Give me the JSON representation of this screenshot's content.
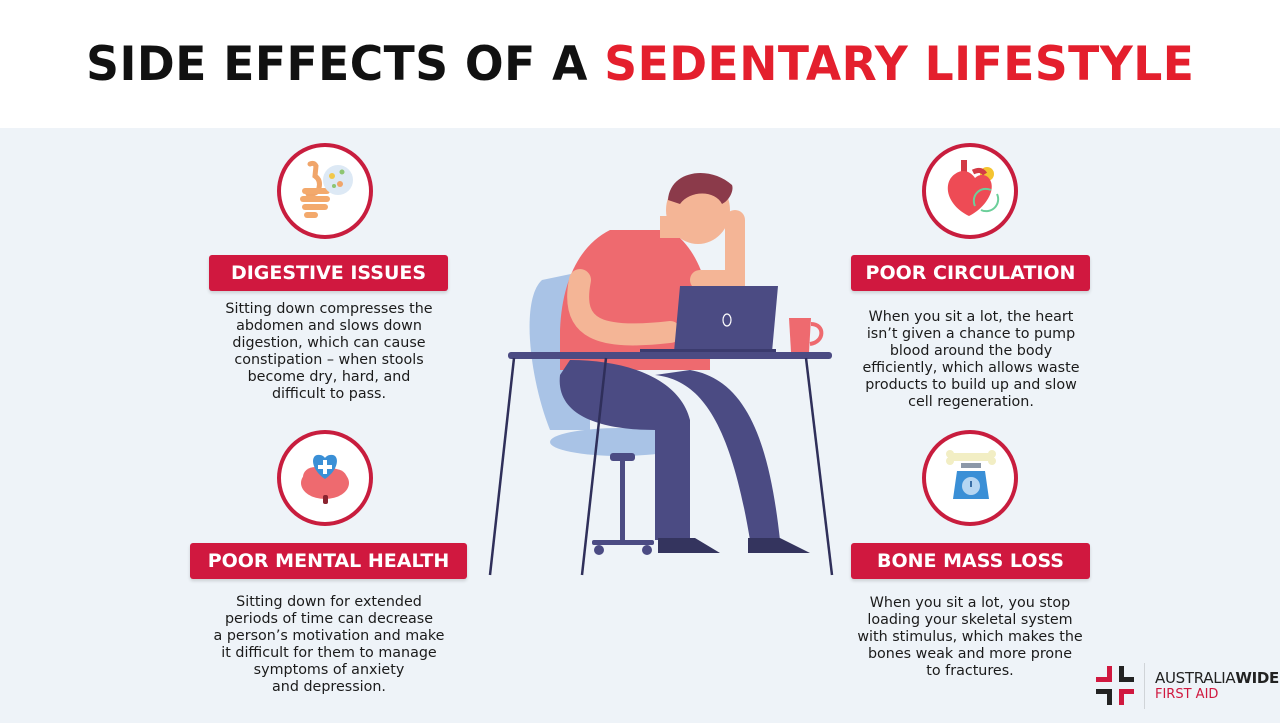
{
  "header": {
    "title_part1": "SIDE EFFECTS OF A ",
    "title_part2": "SEDENTARY LIFESTYLE"
  },
  "colors": {
    "accent_red": "#e41f2d",
    "label_red": "#d0183f",
    "circle_border": "#c81d3e",
    "background": "#eef3f8"
  },
  "effects": [
    {
      "icon": "digestive-system-icon",
      "title": "DIGESTIVE ISSUES",
      "description": "Sitting down compresses the\nabdomen and slows down\ndigestion, which can cause\nconstipation – when stools\nbecome dry, hard, and\ndifficult to pass."
    },
    {
      "icon": "brain-heart-icon",
      "title": "POOR MENTAL HEALTH",
      "description": "Sitting down for extended\nperiods of time can decrease\na person’s motivation and make\nit difficult for them to manage\nsymptoms of anxiety\nand depression."
    },
    {
      "icon": "heart-circulation-icon",
      "title": "POOR CIRCULATION",
      "description": "When you sit a lot, the heart\nisn’t given a chance to pump\nblood around the body\nefficiently, which allows waste\nproducts to build up and slow\ncell regeneration."
    },
    {
      "icon": "bone-scale-icon",
      "title": "BONE MASS LOSS",
      "description": "When you sit a lot, you stop\nloading your skeletal system\nwith stimulus, which makes the\nbones weak and more prone\nto fractures."
    }
  ],
  "illustration": {
    "subject": "man-sitting-at-desk-with-laptop"
  },
  "logo": {
    "line1_light": "AUSTRALIA",
    "line1_bold": "WIDE",
    "line2": "FIRST AID"
  }
}
